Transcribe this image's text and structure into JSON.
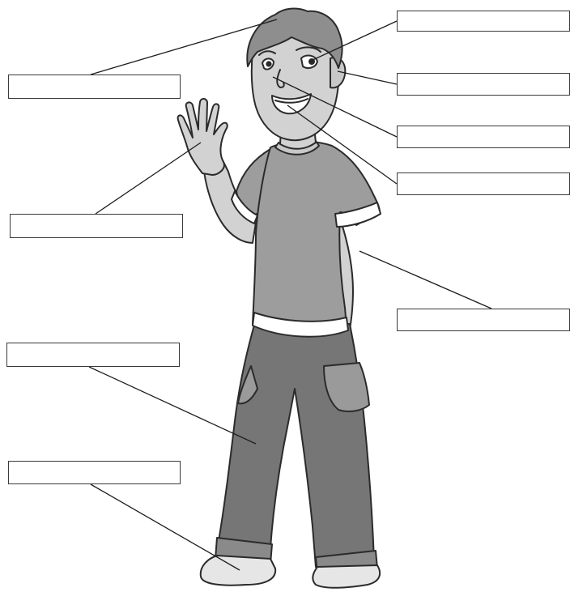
{
  "labels": [
    {
      "part": "hair",
      "value": ""
    },
    {
      "part": "eye",
      "value": ""
    },
    {
      "part": "ear",
      "value": ""
    },
    {
      "part": "nose",
      "value": ""
    },
    {
      "part": "mouth",
      "value": ""
    },
    {
      "part": "hand",
      "value": ""
    },
    {
      "part": "arm",
      "value": ""
    },
    {
      "part": "trousers",
      "value": ""
    },
    {
      "part": "shoe",
      "value": ""
    }
  ],
  "colors": {
    "outline": "#2b2b2b",
    "skin": "#d2d2d2",
    "hair": "#8e8e8e",
    "shirt": "#9d9d9d",
    "trousers": "#767676",
    "shoe": "#e6e6e6",
    "leader_line": "#1e1e1e"
  }
}
